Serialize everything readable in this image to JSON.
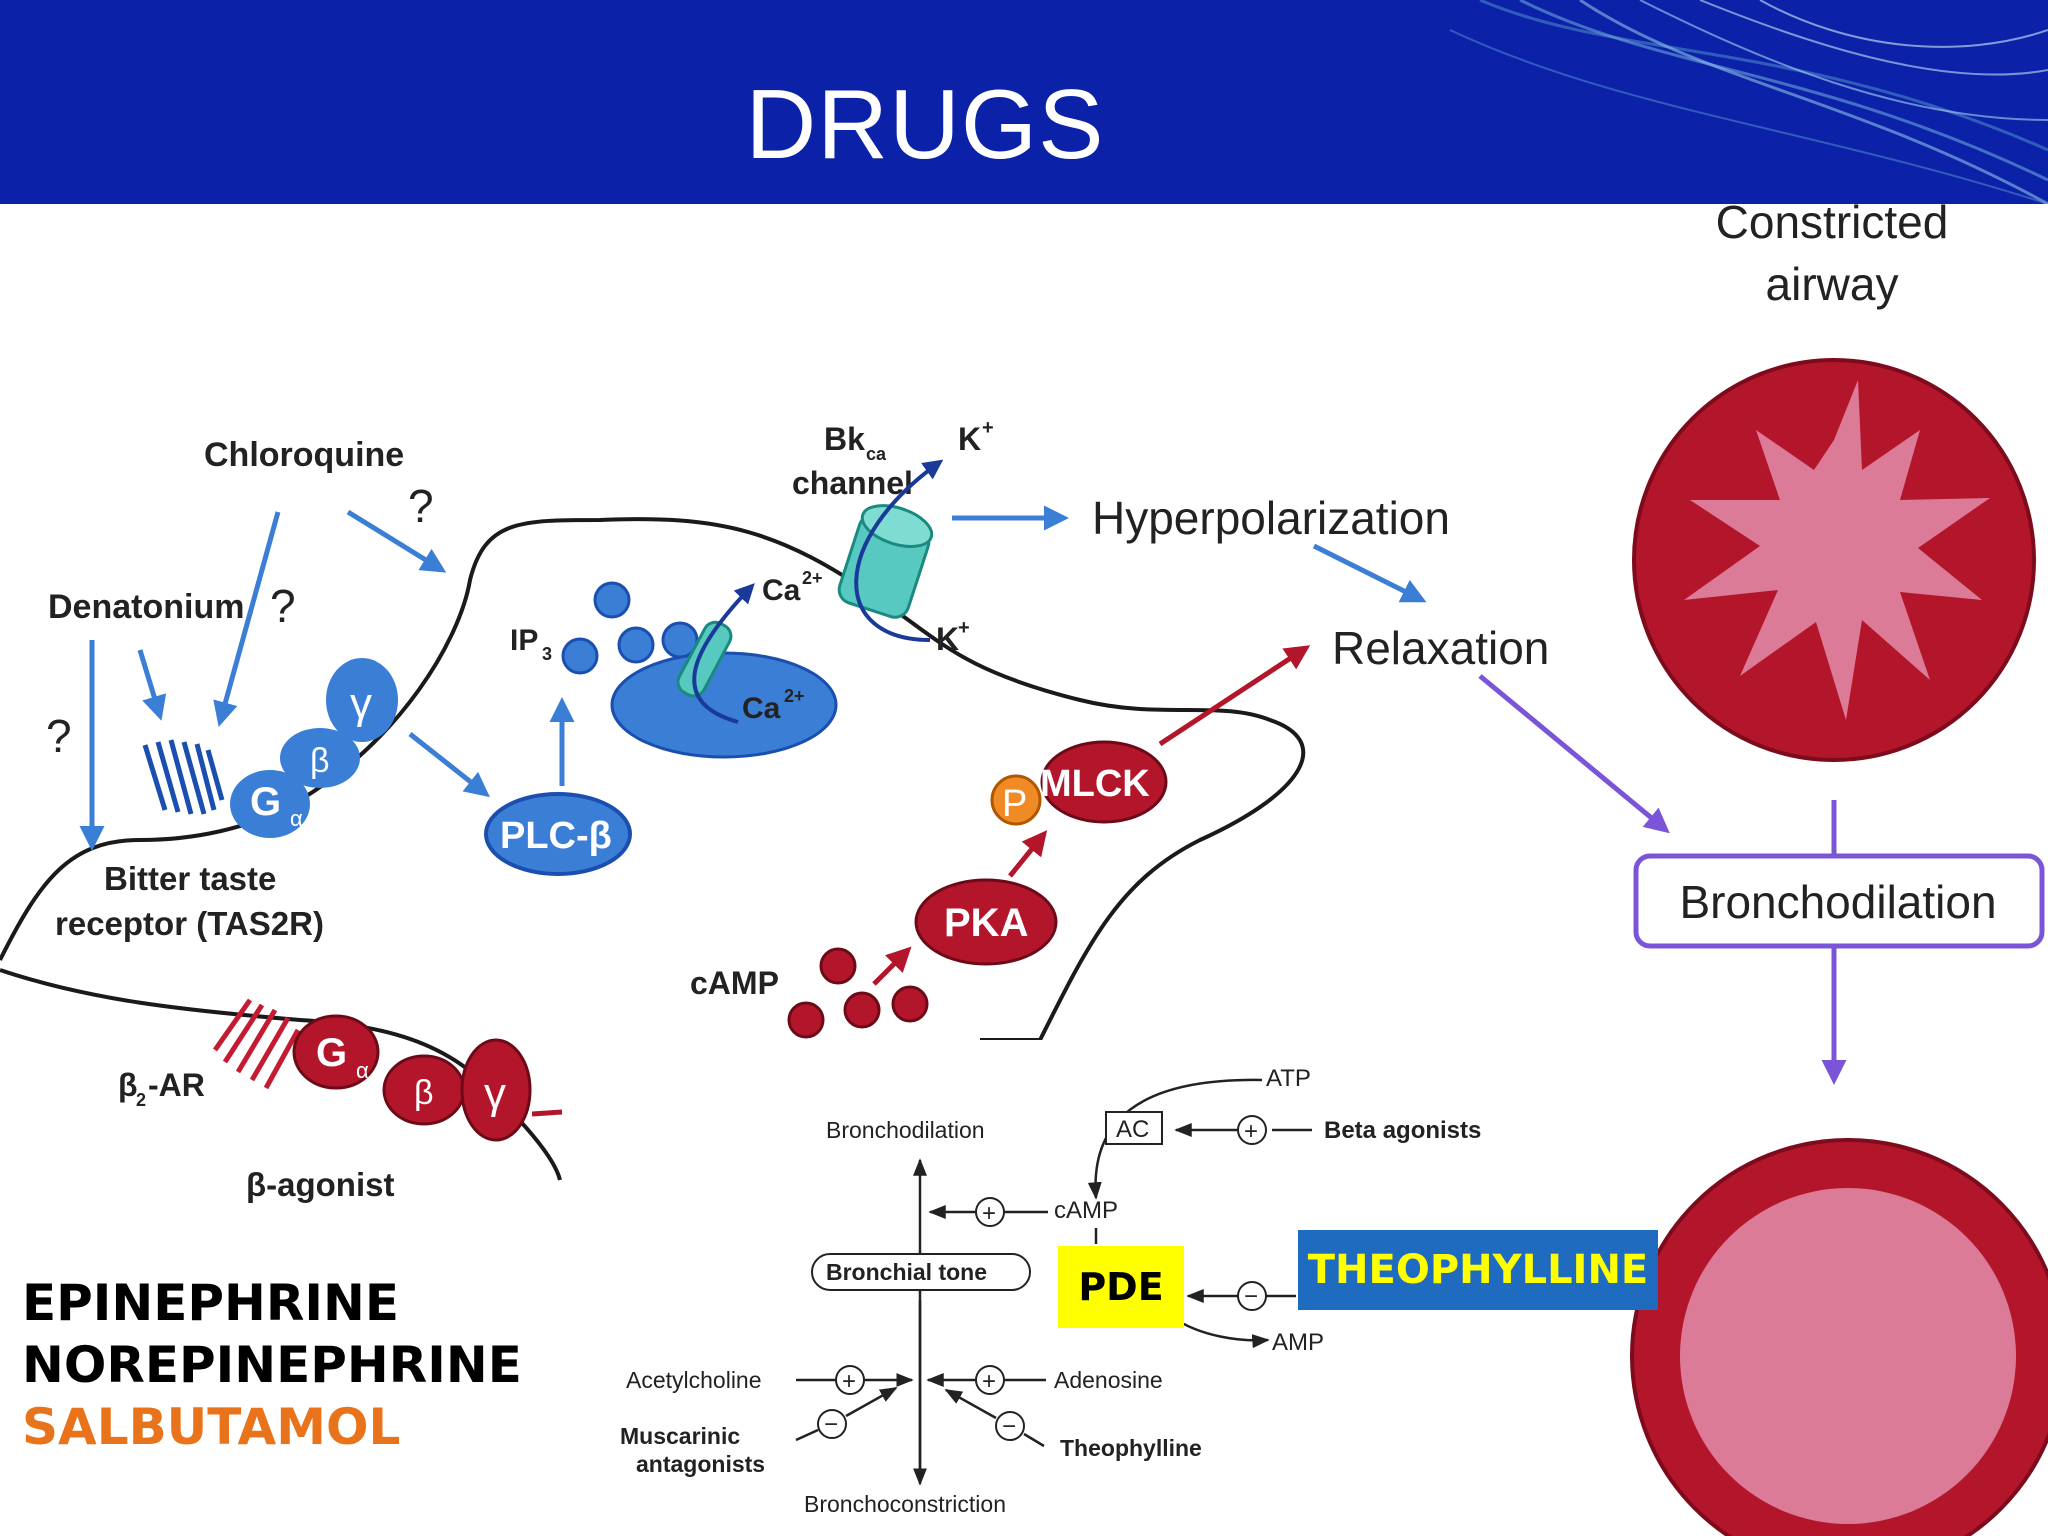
{
  "slide": {
    "title": "DRUGS"
  },
  "pathway": {
    "chloroquine": "Chloroquine",
    "denatonium": "Denatonium",
    "question_mark": "?",
    "bitter_receptor_line1": "Bitter taste",
    "bitter_receptor_line2": "receptor (TAS2R)",
    "g_alpha": "G",
    "alpha_sub": "α",
    "beta": "β",
    "gamma": "γ",
    "plc": "PLC-β",
    "ip3": "IP",
    "ip3_sub": "3",
    "ca_label": "Ca",
    "ca_sup": "2+",
    "bk_channel_main": "Bk",
    "bk_channel_sub": "ca",
    "bk_channel_line2": "channel",
    "k_label": "K",
    "k_sup": "+",
    "hyperpolarization": "Hyperpolarization",
    "relaxation": "Relaxation",
    "mlck": "MLCK",
    "phospho": "P",
    "pka": "PKA",
    "camp": "cAMP",
    "b2ar_prefix": "β",
    "b2ar_sub": "2",
    "b2ar_suffix": "-AR",
    "beta_agonist": "β-agonist"
  },
  "airway": {
    "constricted_line1": "Constricted",
    "constricted_line2": "airway",
    "bronchodilation": "Bronchodilation"
  },
  "tone_chart": {
    "atp": "ATP",
    "ac": "AC",
    "beta_agonists": "Beta agonists",
    "bronchodilation": "Bronchodilation",
    "camp": "cAMP",
    "bronchial_tone": "Bronchial tone",
    "amp": "AMP",
    "acetylcholine": "Acetylcholine",
    "adenosine": "Adenosine",
    "muscarinic_line1": "Muscarinic",
    "muscarinic_line2": "antagonists",
    "theophylline": "Theophylline",
    "bronchoconstriction": "Bronchoconstriction",
    "plus": "+",
    "minus": "−"
  },
  "highlights": {
    "pde": "PDE",
    "theophylline": "THEOPHYLLINE",
    "pde_bg": "#ffff00",
    "theophylline_bg": "#1f6bc0",
    "theophylline_fg": "#ffff00"
  },
  "drug_list": {
    "items": [
      "EPINEPHRINE",
      "NOREPINEPHRINE",
      "SALBUTAMOL"
    ],
    "colors": [
      "#000000",
      "#000000",
      "#e8731a"
    ]
  },
  "colors": {
    "header": "#0b22a8",
    "blue_protein": "#3b7ed6",
    "red_protein": "#b3152b",
    "airway_outer": "#b3152b",
    "airway_inner": "#dc7b98",
    "teal_channel": "#57c9c0",
    "purple_arrow": "#7b55d8",
    "orange_phospho": "#f08a24"
  }
}
